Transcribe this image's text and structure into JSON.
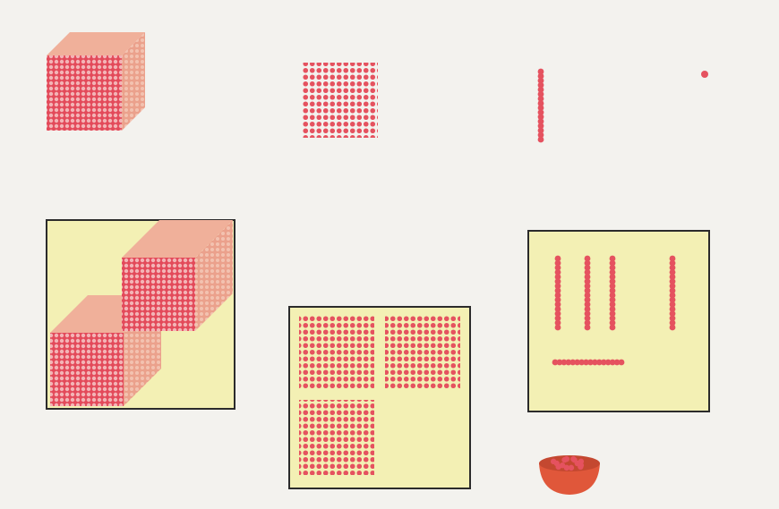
{
  "colors": {
    "paper": "#f3f2ee",
    "bead": "#e5525f",
    "bead_front": "#e34a5a",
    "bead_top": "#f0b09a",
    "bead_side": "#eba18c",
    "card": "#f3f0b4",
    "card_border": "#2b2b2b",
    "bowl": "#e0573a",
    "bowl_rim": "#c44830"
  },
  "legend_row": [
    {
      "name": "thousand-cube",
      "value": 1000
    },
    {
      "name": "hundred-square",
      "value": 100
    },
    {
      "name": "ten-bar",
      "value": 10
    },
    {
      "name": "unit-bead",
      "value": 1
    }
  ],
  "cards": [
    {
      "name": "thousands-card",
      "quantity": 2,
      "item": "thousand-cube"
    },
    {
      "name": "hundreds-card",
      "quantity": 3,
      "item": "hundred-square"
    },
    {
      "name": "tens-card",
      "quantity": 4,
      "item": "ten-bar",
      "extra": {
        "horizontal_ten_bars": 1
      }
    }
  ],
  "bowl": {
    "name": "bead-bowl",
    "contents": "unit-beads"
  }
}
